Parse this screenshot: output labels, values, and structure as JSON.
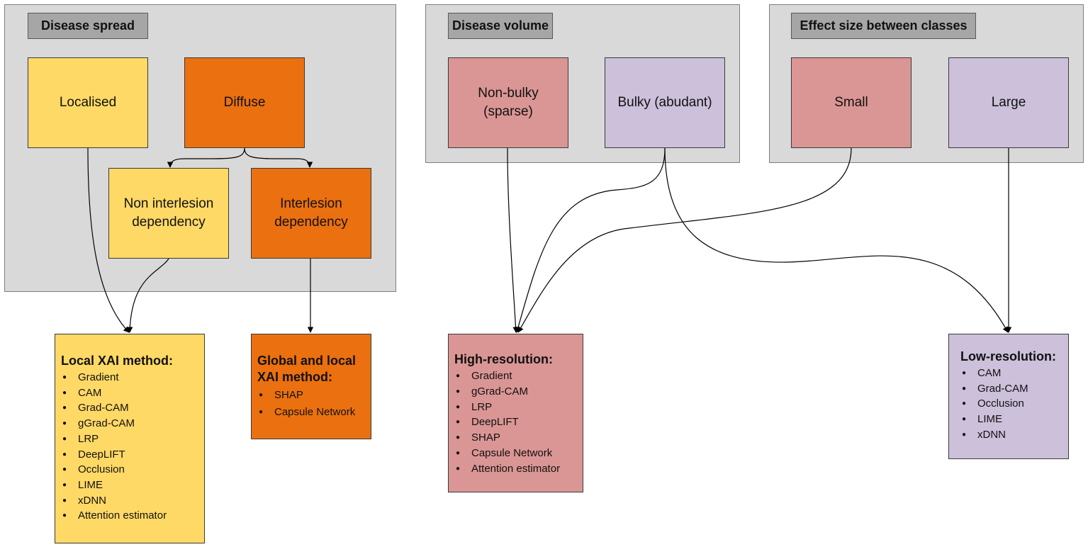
{
  "panels": {
    "spread": {
      "title": "Disease spread"
    },
    "volume": {
      "title": "Disease volume"
    },
    "effect": {
      "title": "Effect size between classes"
    }
  },
  "nodes": {
    "localised": "Localised",
    "diffuse": "Diffuse",
    "non_interlesion": "Non interlesion dependency",
    "interlesion": "Interlesion dependency",
    "non_bulky": "Non-bulky (sparse)",
    "bulky": "Bulky (abudant)",
    "small": "Small",
    "large": "Large"
  },
  "methods": {
    "local": {
      "title": "Local XAI method:",
      "items": [
        "Gradient",
        "CAM",
        "Grad-CAM",
        "gGrad-CAM",
        "LRP",
        "DeepLIFT",
        "Occlusion",
        "LIME",
        "xDNN",
        "Attention estimator"
      ]
    },
    "global_local": {
      "title": "Global and local XAI method:",
      "items": [
        "SHAP",
        "Capsule Network"
      ]
    },
    "high_res": {
      "title": "High-resolution:",
      "items": [
        "Gradient",
        "gGrad-CAM",
        "LRP",
        "DeepLIFT",
        "SHAP",
        "Capsule Network",
        "Attention estimator"
      ]
    },
    "low_res": {
      "title": "Low-resolution:",
      "items": [
        "CAM",
        "Grad-CAM",
        "Occlusion",
        "LIME",
        "xDNN"
      ]
    }
  },
  "colors": {
    "yellow": "#ffd966",
    "orange": "#eb700f",
    "pink": "#da9694",
    "lilac": "#ccc0da",
    "panel": "#d9d9d9",
    "panel_title": "#a6a6a6"
  }
}
